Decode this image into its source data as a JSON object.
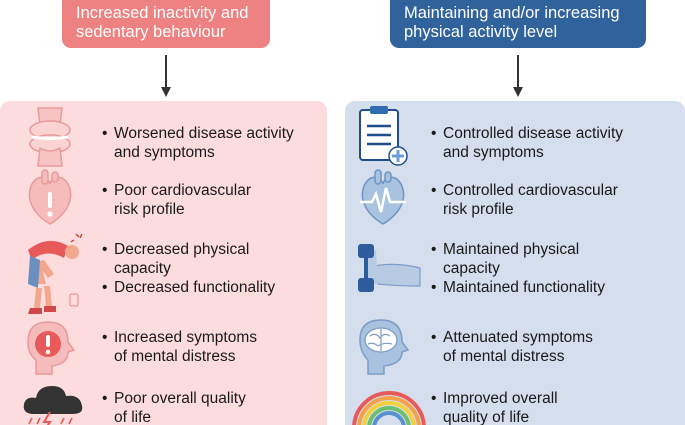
{
  "left": {
    "header": "Increased inactivity and sedentary behaviour",
    "items": [
      {
        "icon": "joint-icon",
        "lines": [
          "Worsened disease activity",
          "and symptoms"
        ]
      },
      {
        "icon": "heart-alert-icon",
        "lines": [
          "Poor cardiovascular",
          "risk profile"
        ]
      },
      {
        "icon": "fatigued-person-icon",
        "lines": [
          "Decreased physical",
          "capacity"
        ],
        "lines2": [
          "Decreased functionality"
        ]
      },
      {
        "icon": "head-alert-icon",
        "lines": [
          "Increased symptoms",
          "of mental distress"
        ]
      },
      {
        "icon": "storm-cloud-icon",
        "lines": [
          "Poor overall quality",
          "of life"
        ]
      }
    ]
  },
  "right": {
    "header": "Maintaining and/or increasing physical activity level",
    "items": [
      {
        "icon": "clipboard-icon",
        "lines": [
          "Controlled disease activity",
          "and symptoms"
        ]
      },
      {
        "icon": "heart-ecg-icon",
        "lines": [
          "Controlled cardiovascular",
          "risk profile"
        ]
      },
      {
        "icon": "dumbbell-arm-icon",
        "lines": [
          "Maintained physical",
          "capacity"
        ],
        "lines2": [
          "Maintained functionality"
        ]
      },
      {
        "icon": "head-brain-icon",
        "lines": [
          "Attenuated symptoms",
          "of mental distress"
        ]
      },
      {
        "icon": "rainbow-icon",
        "lines": [
          "Improved overall",
          "quality of life"
        ]
      }
    ]
  },
  "colors": {
    "left_header": "#ee8181",
    "left_panel": "#fcdcdc",
    "right_header": "#30629c",
    "right_panel": "#d4deec",
    "arrow": "#333333"
  }
}
